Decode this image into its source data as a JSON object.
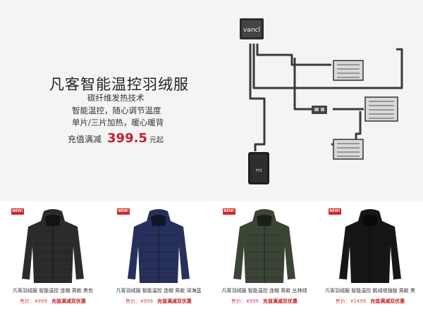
{
  "hero": {
    "title": "凡客智能温控羽绒服",
    "features": [
      "碳纤维发热技术",
      "智能温控，随心调节温度",
      "单片/三片加热，暖心暖背"
    ],
    "price_prefix": "充值满减",
    "price_value": "399.5",
    "price_suffix": "元起",
    "controller_logo": "vancl",
    "powerbank_logo": "mi"
  },
  "products": [
    {
      "badge": "NEW!",
      "name": "凡客羽绒服 智能温控 连帽 男款 黑色",
      "price_label": "售价：",
      "price": "¥999",
      "promo": "充值满减双优惠",
      "color": "#2b2b2b"
    },
    {
      "badge": "NEW!",
      "name": "凡客羽绒服 智能温控 连帽 男款 深海蓝",
      "price_label": "售价：",
      "price": "¥999",
      "promo": "充值满减双优惠",
      "color": "#26305a"
    },
    {
      "badge": "NEW!",
      "name": "凡客羽绒服 智能温控 连帽 男款 丛林绿",
      "price_label": "售价：",
      "price": "¥999",
      "promo": "充值满减双优惠",
      "color": "#3b4536"
    },
    {
      "badge": "NEW!",
      "name": "凡客羽绒服 智能温控 鹅绒增强版 男款 黑",
      "price_label": "售价：",
      "price": "¥1499",
      "promo": "充值满减双优惠",
      "color": "#161616"
    }
  ]
}
